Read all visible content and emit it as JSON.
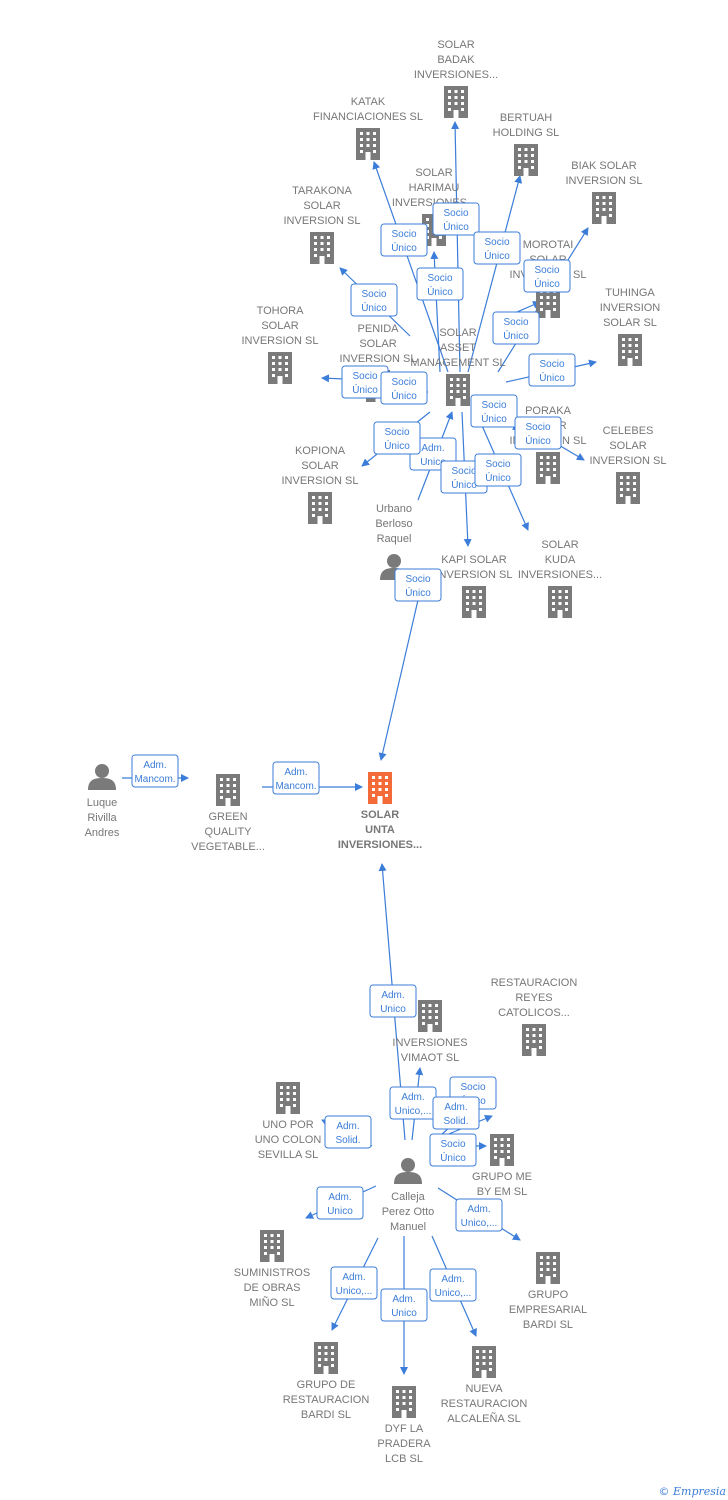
{
  "colors": {
    "edge": "#3b7dd8",
    "node": "#7a7a7a",
    "focus": "#f26b38",
    "label": "#777777"
  },
  "nodes": [
    {
      "id": "solar_unta",
      "type": "company",
      "focus": true,
      "label": [
        "SOLAR",
        "UNTA",
        "INVERSIONES..."
      ]
    },
    {
      "id": "green_quality",
      "type": "company",
      "label": [
        "GREEN",
        "QUALITY",
        "VEGETABLE..."
      ]
    },
    {
      "id": "luque",
      "type": "person",
      "label": [
        "Luque",
        "Rivilla",
        "Andres"
      ]
    },
    {
      "id": "urbano",
      "type": "person",
      "label": [
        "Urbano",
        "Berloso",
        "Raquel"
      ]
    },
    {
      "id": "solar_asset",
      "type": "company",
      "label": [
        "SOLAR",
        "ASSET",
        "MANAGEMENT SL"
      ]
    },
    {
      "id": "solar_badak",
      "type": "company",
      "label": [
        "SOLAR",
        "BADAK",
        "INVERSIONES..."
      ]
    },
    {
      "id": "katak",
      "type": "company",
      "label": [
        "KATAK",
        "FINANCIACIONES SL"
      ]
    },
    {
      "id": "bertuah",
      "type": "company",
      "label": [
        "BERTUAH",
        "HOLDING  SL"
      ]
    },
    {
      "id": "biak",
      "type": "company",
      "label": [
        "BIAK SOLAR",
        "INVERSION  SL"
      ]
    },
    {
      "id": "harimau",
      "type": "company",
      "label": [
        "SOLAR",
        "HARIMAU",
        "INVERSIONES..."
      ]
    },
    {
      "id": "tarakona",
      "type": "company",
      "label": [
        "TARAKONA",
        "SOLAR",
        "INVERSION  SL"
      ]
    },
    {
      "id": "morotai",
      "type": "company",
      "label": [
        "MOROTAI",
        "SOLAR",
        "INVERSION  SL"
      ]
    },
    {
      "id": "tuhinga",
      "type": "company",
      "label": [
        "TUHINGA",
        "INVERSION",
        "SOLAR  SL"
      ]
    },
    {
      "id": "tohora",
      "type": "company",
      "label": [
        "TOHORA",
        "SOLAR",
        "INVERSION  SL"
      ]
    },
    {
      "id": "penida",
      "type": "company",
      "label": [
        "PENIDA",
        "SOLAR",
        "INVERSION  SL"
      ]
    },
    {
      "id": "poraka",
      "type": "company",
      "label": [
        "PORAKA",
        "SOLAR",
        "INVERSION  SL"
      ]
    },
    {
      "id": "celebes",
      "type": "company",
      "label": [
        "CELEBES",
        "SOLAR",
        "INVERSION  SL"
      ]
    },
    {
      "id": "kopiona",
      "type": "company",
      "label": [
        "KOPIONA",
        "SOLAR",
        "INVERSION  SL"
      ]
    },
    {
      "id": "kapi",
      "type": "company",
      "label": [
        "KAPI SOLAR",
        "INVERSION  SL"
      ]
    },
    {
      "id": "kuda",
      "type": "company",
      "label": [
        "SOLAR",
        "KUDA",
        "INVERSIONES..."
      ]
    },
    {
      "id": "calleja",
      "type": "person",
      "label": [
        "Calleja",
        "Perez Otto",
        "Manuel"
      ]
    },
    {
      "id": "vimaot",
      "type": "company",
      "label": [
        "INVERSIONES",
        "VIMAOT  SL"
      ]
    },
    {
      "id": "reyes",
      "type": "company",
      "label": [
        "RESTAURACION",
        "REYES",
        "CATOLICOS..."
      ]
    },
    {
      "id": "uno_por_uno",
      "type": "company",
      "label": [
        "UNO POR",
        "UNO COLON",
        "SEVILLA  SL"
      ]
    },
    {
      "id": "grupo_me",
      "type": "company",
      "label": [
        "GRUPO ME",
        "BY EM  SL"
      ]
    },
    {
      "id": "suministros",
      "type": "company",
      "label": [
        "SUMINISTROS",
        "DE OBRAS",
        "MIÑO SL"
      ]
    },
    {
      "id": "empresarial_bardi",
      "type": "company",
      "label": [
        "GRUPO",
        "EMPRESARIAL",
        "BARDI  SL"
      ]
    },
    {
      "id": "restauracion_bardi",
      "type": "company",
      "label": [
        "GRUPO DE",
        "RESTAURACION",
        "BARDI  SL"
      ]
    },
    {
      "id": "nueva",
      "type": "company",
      "label": [
        "NUEVA",
        "RESTAURACION",
        "ALCALEÑA  SL"
      ]
    },
    {
      "id": "dyf",
      "type": "company",
      "label": [
        "DYF LA",
        "PRADERA",
        "LCB  SL"
      ]
    }
  ],
  "edges": [
    {
      "id": "e_asset_unta",
      "label": [
        "Socio",
        "Único"
      ]
    },
    {
      "id": "e_green_unta",
      "label": [
        "Adm.",
        "Mancom."
      ]
    },
    {
      "id": "e_luque_green",
      "label": [
        "Adm.",
        "Mancom."
      ]
    },
    {
      "id": "e_urbano_asset",
      "label": [
        "Adm.",
        "Unico"
      ]
    },
    {
      "id": "e_calleja_unta",
      "label": [
        "Adm.",
        "Unico"
      ]
    },
    {
      "id": "e_badak",
      "label": [
        "Socio",
        "Único"
      ]
    },
    {
      "id": "e_katak",
      "label": [
        "Socio",
        "Único"
      ]
    },
    {
      "id": "e_bertuah",
      "label": [
        "Socio",
        "Único"
      ]
    },
    {
      "id": "e_biak",
      "label": [
        "Socio",
        "Único"
      ]
    },
    {
      "id": "e_harimau",
      "label": [
        "Socio",
        "Único"
      ]
    },
    {
      "id": "e_tarakona",
      "label": [
        "Socio",
        "Único"
      ]
    },
    {
      "id": "e_morotai",
      "label": [
        "Socio",
        "Único"
      ]
    },
    {
      "id": "e_tuhinga",
      "label": [
        "Socio",
        "Único"
      ]
    },
    {
      "id": "e_tohora",
      "label": [
        "Socio",
        "Único"
      ]
    },
    {
      "id": "e_penida",
      "label": [
        "Socio",
        "Único"
      ]
    },
    {
      "id": "e_poraka",
      "label": [
        "Socio",
        "Único"
      ]
    },
    {
      "id": "e_celebes",
      "label": [
        "Socio",
        "Único"
      ]
    },
    {
      "id": "e_kopiona",
      "label": [
        "Socio",
        "Único"
      ]
    },
    {
      "id": "e_kapi",
      "label": [
        "Socio",
        "Único"
      ]
    },
    {
      "id": "e_kuda",
      "label": [
        "Socio",
        "Único"
      ]
    },
    {
      "id": "e_vimaot",
      "label": [
        "Adm.",
        "Unico,..."
      ]
    },
    {
      "id": "e_reyes",
      "label": [
        "Socio",
        "Único"
      ]
    },
    {
      "id": "e_reyes_solid",
      "label": [
        "Adm.",
        "Solid."
      ]
    },
    {
      "id": "e_uno",
      "label": [
        "Adm.",
        "Solid."
      ]
    },
    {
      "id": "e_grupo_me",
      "label": [
        "Socio",
        "Único"
      ]
    },
    {
      "id": "e_suministros",
      "label": [
        "Adm.",
        "Unico"
      ]
    },
    {
      "id": "e_empresarial",
      "label": [
        "Adm.",
        "Unico,..."
      ]
    },
    {
      "id": "e_restauracion",
      "label": [
        "Adm.",
        "Unico,..."
      ]
    },
    {
      "id": "e_nueva",
      "label": [
        "Adm.",
        "Unico,..."
      ]
    },
    {
      "id": "e_dyf",
      "label": [
        "Adm.",
        "Unico"
      ]
    }
  ],
  "footer": {
    "copyright": "©",
    "brand": "Empresia"
  }
}
